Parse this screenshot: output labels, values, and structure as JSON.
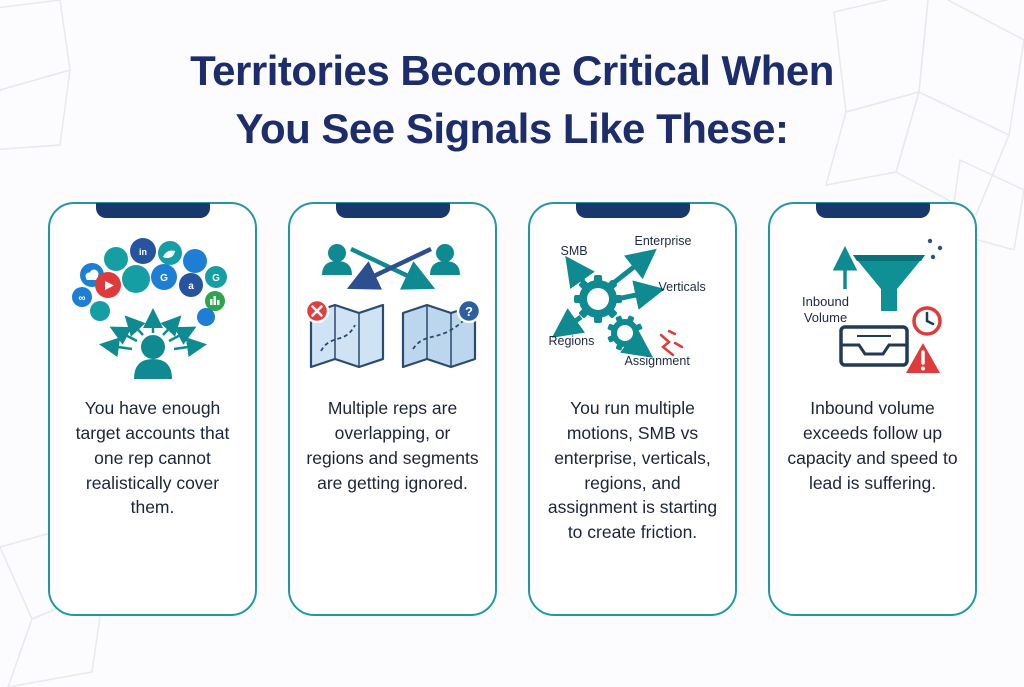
{
  "title": {
    "line1": "Territories Become Critical When",
    "line2": "You See Signals Like These:"
  },
  "colors": {
    "title_navy": "#1d2d6b",
    "card_border_teal": "#2397a0",
    "notch_navy": "#17386b",
    "icon_teal": "#0f8a90",
    "icon_navy": "#2b4a6f",
    "alert_red": "#e23c3c",
    "body_text": "#1c2537"
  },
  "cards": [
    {
      "name": "too-many-target-accounts",
      "icon": "accounts-cloud-icon",
      "text": "You have enough target accounts that one rep cannot realistically cover them."
    },
    {
      "name": "overlapping-reps",
      "icon": "crossed-reps-maps-icon",
      "text": "Multiple reps are overlapping, or regions and segments are getting ignored."
    },
    {
      "name": "multiple-motions-friction",
      "icon": "gears-motions-icon",
      "labels": {
        "smb": "SMB",
        "enterprise": "Enterprise",
        "verticals": "Verticals",
        "regions": "Regions",
        "assignment": "Assignment"
      },
      "text": "You run multiple motions, SMB vs enterprise, verticals, regions, and assignment is starting to create friction."
    },
    {
      "name": "inbound-volume-exceeds-capacity",
      "icon": "funnel-inbox-icon",
      "labels": {
        "inbound_volume": "Inbound Volume"
      },
      "text": "Inbound volume exceeds follow up capacity and speed to lead is suffering."
    }
  ]
}
